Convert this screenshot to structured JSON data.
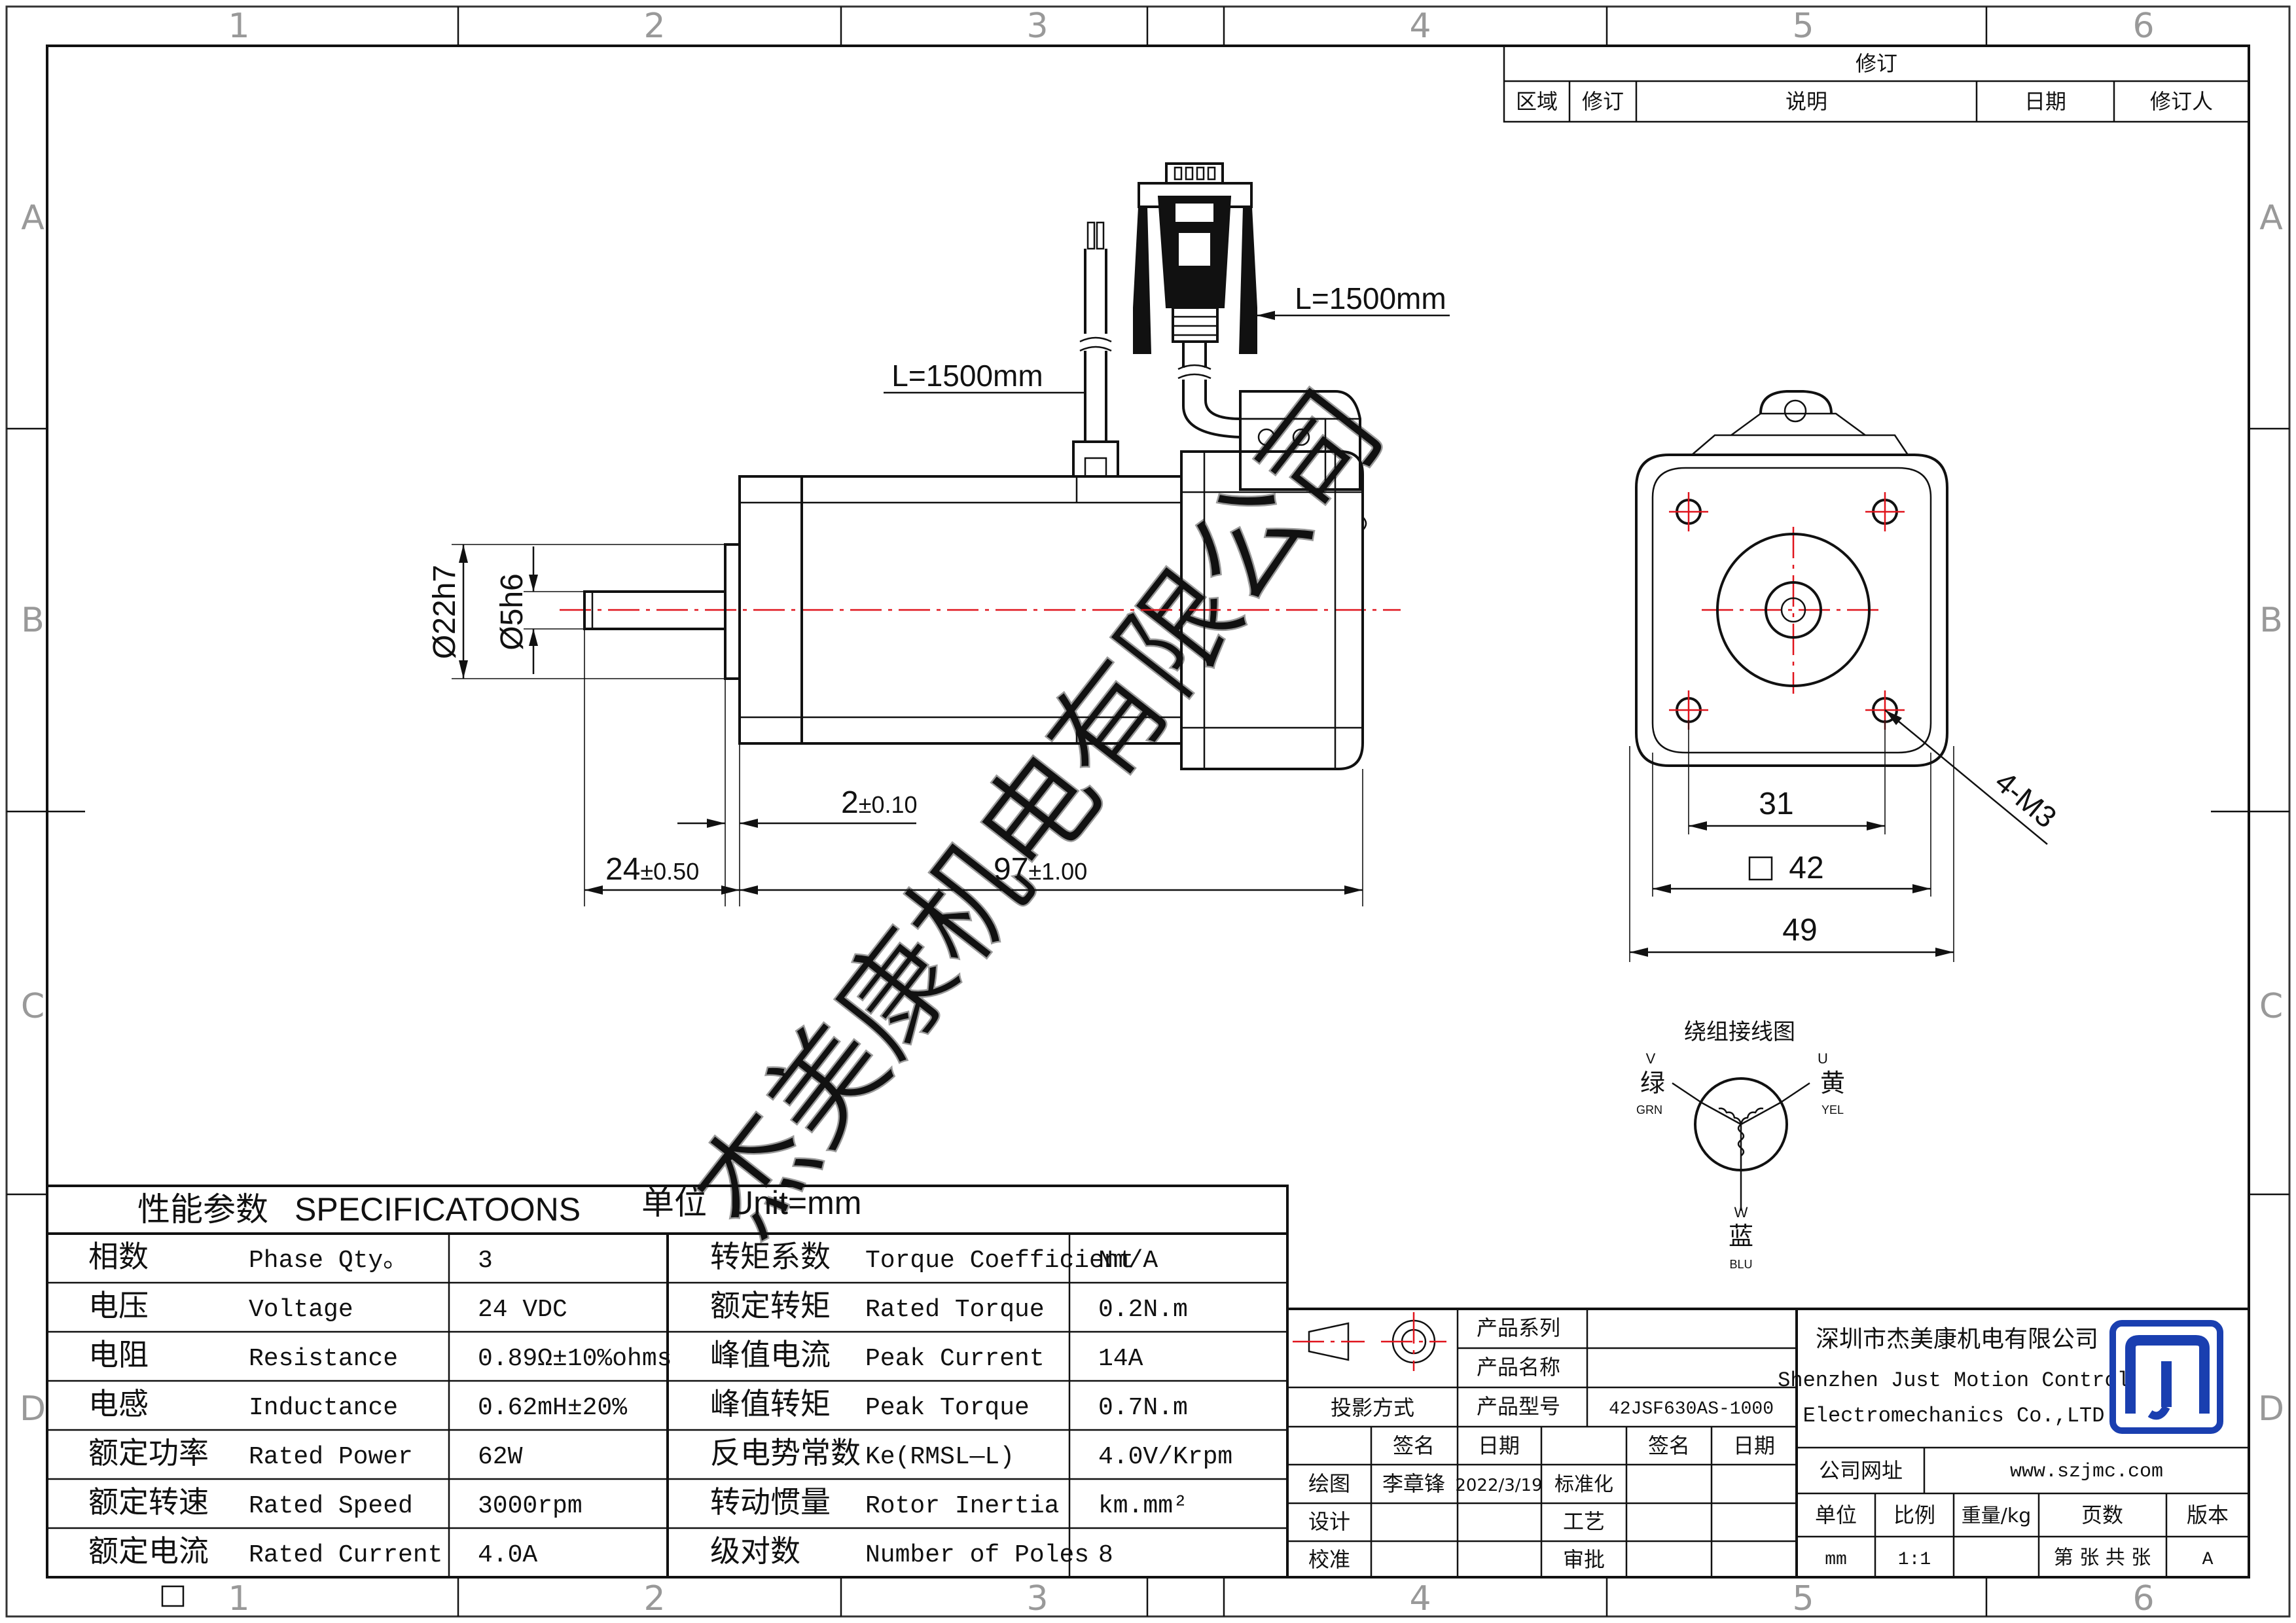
{
  "zones": {
    "columns": [
      "1",
      "2",
      "3",
      "4",
      "5",
      "6"
    ],
    "rows": [
      "A",
      "B",
      "C",
      "D"
    ]
  },
  "revision_block": {
    "title": "修订",
    "headers": [
      "区域",
      "修订",
      "说明",
      "日期",
      "修订人"
    ]
  },
  "drawing": {
    "cable_length_power": "L=1500mm",
    "cable_length_encoder": "L=1500mm",
    "dim_housing_dia": "Ø22h7",
    "dim_shaft_dia": "Ø5h6",
    "dim_flange_offset": "2",
    "dim_flange_offset_tol": "±0.10",
    "dim_shaft_length": "24",
    "dim_shaft_length_tol": "±0.50",
    "dim_body_length": "97",
    "dim_body_length_tol": "±1.00",
    "dim_hole_spacing": "31",
    "dim_square_size": "42",
    "dim_overall_width": "49",
    "dim_holes": "4-M3"
  },
  "wiring": {
    "title": "绕组接线图",
    "u_letter": "U",
    "u_cn": "黄",
    "u_en": "YEL",
    "v_letter": "V",
    "v_cn": "绿",
    "v_en": "GRN",
    "w_letter": "W",
    "w_cn": "蓝",
    "w_en": "BLU"
  },
  "watermark": "杰美康机电有限公司",
  "specs": {
    "title_cn": "性能参数",
    "title_en": "SPECIFICATOONS",
    "unit_label": "单位",
    "unit_value": "Unit=mm",
    "rows": [
      {
        "cn_l": "相数",
        "en_l": "Phase Qty。",
        "val_l": "3",
        "cn_r": "转矩系数",
        "en_r": "Torque Coefficient",
        "val_r": "Nm/A"
      },
      {
        "cn_l": "电压",
        "en_l": "Voltage",
        "val_l": "24 VDC",
        "cn_r": "额定转矩",
        "en_r": "Rated Torque",
        "val_r": "0.2N.m"
      },
      {
        "cn_l": "电阻",
        "en_l": "Resistance",
        "val_l": "0.89Ω±10%ohms",
        "cn_r": "峰值电流",
        "en_r": "Peak Current",
        "val_r": "14A"
      },
      {
        "cn_l": "电感",
        "en_l": "Inductance",
        "val_l": "0.62mH±20%",
        "cn_r": "峰值转矩",
        "en_r": "Peak Torque",
        "val_r": "0.7N.m"
      },
      {
        "cn_l": "额定功率",
        "en_l": "Rated Power",
        "val_l": "62W",
        "cn_r": "反电势常数",
        "en_r": "Ke(RMSL—L)",
        "val_r": "4.0V/Krpm"
      },
      {
        "cn_l": "额定转速",
        "en_l": "Rated Speed",
        "val_l": "3000rpm",
        "cn_r": "转动惯量",
        "en_r": "Rotor Inertia",
        "val_r": "km.mm²"
      },
      {
        "cn_l": "额定电流",
        "en_l": "Rated Current",
        "val_l": "4.0A",
        "cn_r": "级对数",
        "en_r": "Number of Poles",
        "val_r": "8"
      }
    ]
  },
  "title_block": {
    "projection_label": "投影方式",
    "product_series_label": "产品系列",
    "product_name_label": "产品名称",
    "product_model_label": "产品型号",
    "product_model": "42JSF630AS-1000",
    "sign_label": "签名",
    "date_label": "日期",
    "sign_label_2": "签名",
    "date_label_2": "日期",
    "drawn_label": "绘图",
    "drawn_by": "李章锋",
    "drawn_date": "2022/3/19",
    "standard_label": "标准化",
    "design_label": "设计",
    "process_label": "工艺",
    "check_label": "校准",
    "approve_label": "审批",
    "company_cn": "深圳市杰美康机电有限公司",
    "company_en_1": "Shenzhen Just Motion Control",
    "company_en_2": "Electromechanics Co.,LTD",
    "website_label": "公司网址",
    "website": "www.szjmc.com",
    "unit_label": "单位",
    "scale_label": "比例",
    "weight_label": "重量/kg",
    "pages_label": "页数",
    "version_label": "版本",
    "unit_value": "mm",
    "scale_value": "1:1",
    "pages_value": "第 张 共 张",
    "version_value": "A"
  },
  "colors": {
    "centerline": "#e0141c",
    "logo": "#1a3fb0",
    "line": "#111111",
    "watermark": "#9a9a9a"
  }
}
